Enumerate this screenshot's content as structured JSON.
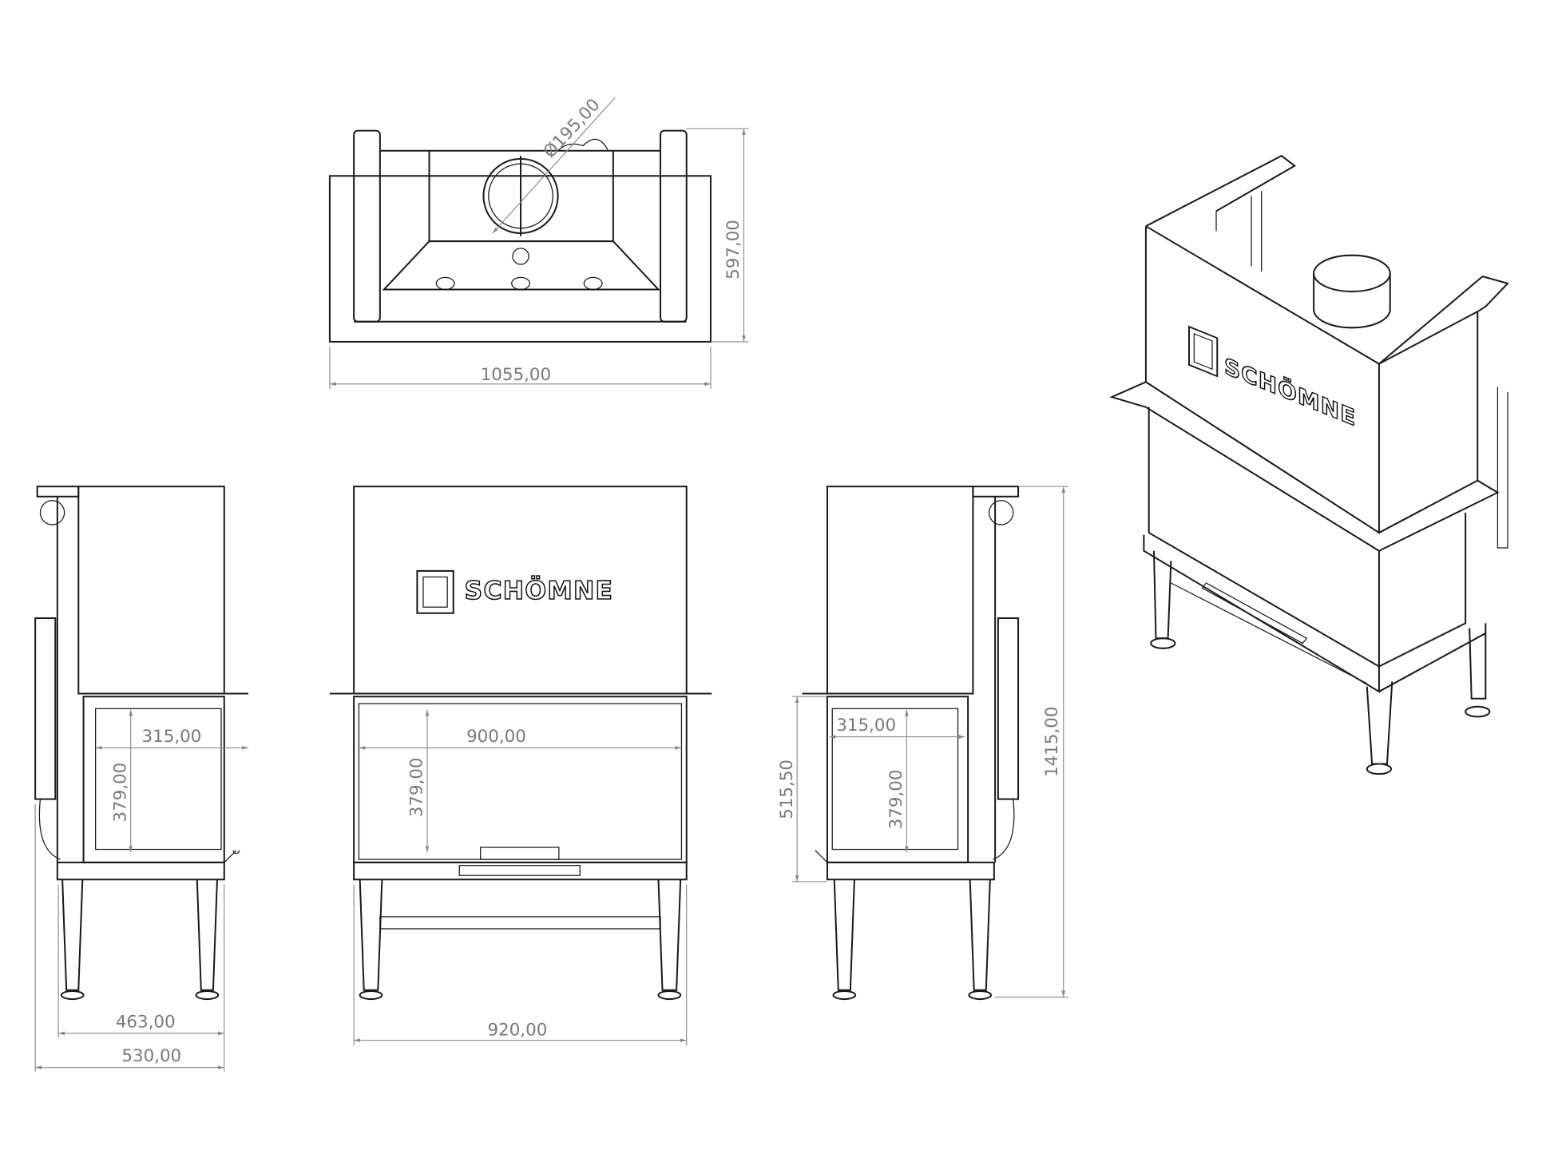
{
  "brand": "SCHÖMNE",
  "top_view": {
    "flue_diameter": "Ø195,00",
    "depth": "597,00",
    "width": "1055,00"
  },
  "front_view": {
    "glass_width": "900,00",
    "glass_height": "379,00",
    "overall_width": "920,00"
  },
  "left_view": {
    "glass_width": "315,00",
    "glass_height": "379,00",
    "body_depth": "463,00",
    "overall_depth": "530,00"
  },
  "right_view": {
    "glass_width": "315,00",
    "glass_height": "379,00",
    "hearth_height": "515,50",
    "overall_height": "1415,00"
  },
  "colors": {
    "line": "#1a1a1a",
    "dimension": "#8a8a8a"
  }
}
